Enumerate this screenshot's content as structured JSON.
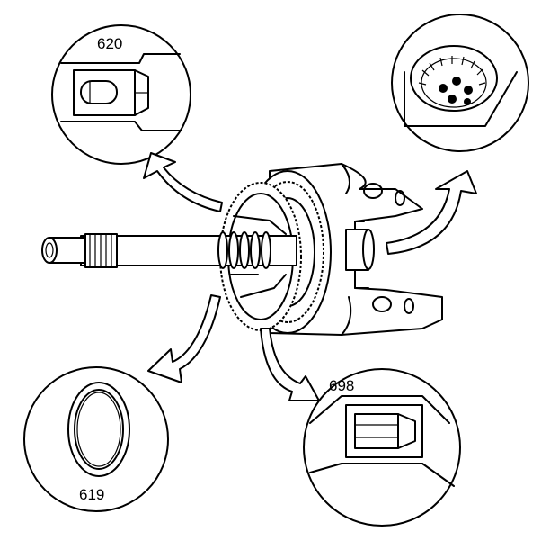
{
  "callouts": {
    "top_left": "620",
    "bottom_left": "619",
    "bottom_right": "698"
  },
  "colors": {
    "line": "#000000",
    "background": "#ffffff"
  }
}
